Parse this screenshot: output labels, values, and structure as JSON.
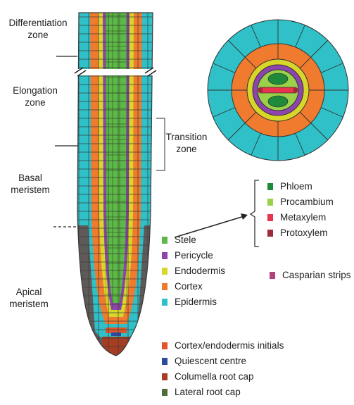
{
  "zones": {
    "differentiation": "Differentiation\nzone",
    "elongation": "Elongation\nzone",
    "transition": "Transition\nzone",
    "basal_meristem": "Basal\nmeristem",
    "apical_meristem": "Apical\nmeristem"
  },
  "legend_main": [
    {
      "label": "Stele",
      "color": "#5cb947"
    },
    {
      "label": "Pericycle",
      "color": "#8e44ad"
    },
    {
      "label": "Endodermis",
      "color": "#d7d629"
    },
    {
      "label": "Cortex",
      "color": "#f07a2d"
    },
    {
      "label": "Epidermis",
      "color": "#2fc0c8"
    }
  ],
  "legend_stele": [
    {
      "label": "Phloem",
      "color": "#1f8a3a"
    },
    {
      "label": "Procambium",
      "color": "#9bd14a"
    },
    {
      "label": "Metaxylem",
      "color": "#e8344f"
    },
    {
      "label": "Protoxylem",
      "color": "#9e2b3a"
    }
  ],
  "legend_casparian": {
    "label": "Casparian strips",
    "color": "#b2417f"
  },
  "legend_bottom": [
    {
      "label": "Cortex/endodermis initials",
      "color": "#e0552a"
    },
    {
      "label": "Quiescent centre",
      "color": "#2c4a9e"
    },
    {
      "label": "Columella root cap",
      "color": "#a63d22"
    },
    {
      "label": "Lateral root cap",
      "color": "#4d6d3a"
    }
  ]
}
